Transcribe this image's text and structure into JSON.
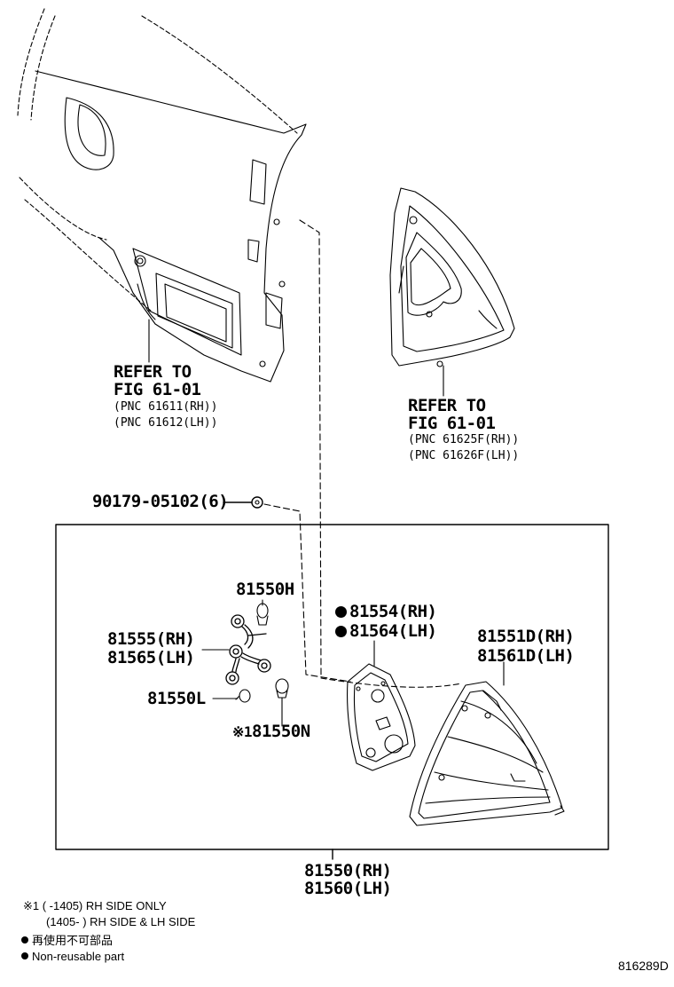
{
  "refer_left": {
    "line1": "REFER TO",
    "line2": "FIG 61-01",
    "pnc1": "(PNC 61611(RH))",
    "pnc2": "(PNC 61612(LH))"
  },
  "refer_right": {
    "line1": "REFER TO",
    "line2": "FIG 61-01",
    "pnc1": "(PNC 61625F(RH))",
    "pnc2": "(PNC 61626F(LH))"
  },
  "parts": {
    "screw": "90179-05102(6)",
    "bulb_h": "81550H",
    "socket_rh": "81555(RH)",
    "socket_lh": "81565(LH)",
    "bulb_l": "81550L",
    "bulb_n_mark": "※1",
    "bulb_n": "81550N",
    "gasket_rh": "81554(RH)",
    "gasket_lh": "81564(LH)",
    "lens_rh": "81551D(RH)",
    "lens_lh": "81561D(LH)",
    "assy_rh": "81550(RH)",
    "assy_lh": "81560(LH)"
  },
  "notes": {
    "note1": "※1 (      -1405) RH SIDE ONLY",
    "note2": "(1405-      ) RH SIDE & LH SIDE",
    "legend_jp": "再使用不可部品",
    "legend_en": "Non-reusable part"
  },
  "diagram_id": "816289D"
}
